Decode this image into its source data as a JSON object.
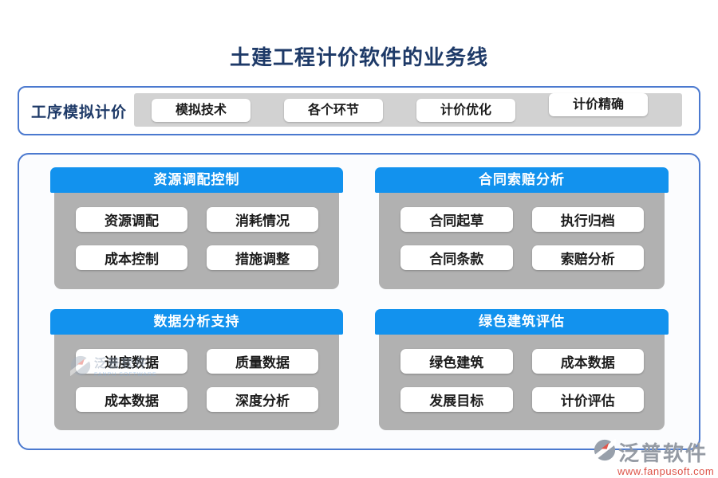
{
  "page": {
    "title": "土建工程计价软件的业务线"
  },
  "toolbar": {
    "label": "工序模拟计价",
    "buttons": [
      "模拟技术",
      "各个环节",
      "计价优化",
      "计价精确"
    ]
  },
  "panels": [
    {
      "header": "资源调配控制",
      "buttons": [
        "资源调配",
        "消耗情况",
        "成本控制",
        "措施调整"
      ]
    },
    {
      "header": "合同索赔分析",
      "buttons": [
        "合同起草",
        "执行归档",
        "合同条款",
        "索赔分析"
      ]
    },
    {
      "header": "数据分析支持",
      "buttons": [
        "进度数据",
        "质量数据",
        "成本数据",
        "深度分析"
      ]
    },
    {
      "header": "绿色建筑评估",
      "buttons": [
        "绿色建筑",
        "成本数据",
        "发展目标",
        "计价评估"
      ]
    }
  ],
  "watermark": {
    "name": "泛普软件",
    "subtext": "FANPU SOFTWARE"
  },
  "brand": {
    "name": "泛普软件",
    "url": "www.fanpusoft.com"
  },
  "colors": {
    "accent_blue": "#1292ee",
    "border_blue": "#4b79cf",
    "title_navy": "#1e3a68",
    "panel_gray": "#b1b1b1",
    "strip_gray": "#d2d2d2",
    "brand_red": "#dd5348"
  }
}
